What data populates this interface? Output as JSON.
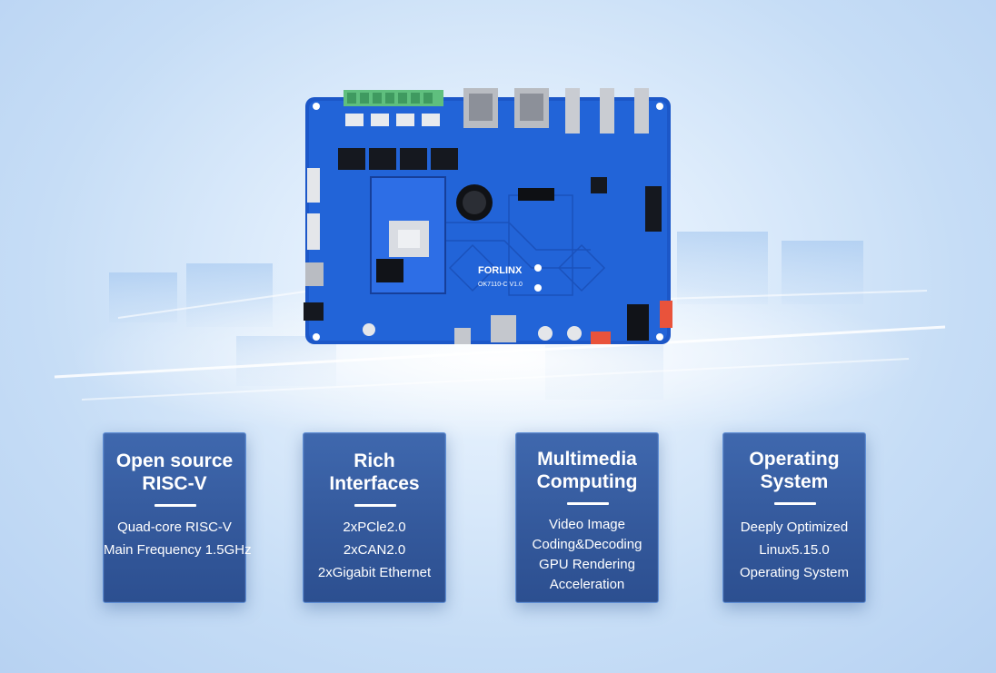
{
  "board": {
    "silkscreen_brand": "FORLINX",
    "silkscreen_model": "OK7110-C V1.0"
  },
  "features": [
    {
      "title_lines": [
        "Open source",
        "RISC-V"
      ],
      "body_lines": [
        "Quad-core RISC-V",
        "Main Frequency 1.5GHz"
      ]
    },
    {
      "title_lines": [
        "Rich",
        "Interfaces"
      ],
      "body_lines": [
        "2xPCle2.0",
        "2xCAN2.0",
        "2xGigabit Ethernet"
      ]
    },
    {
      "title_lines": [
        "Multimedia",
        "Computing"
      ],
      "body_lines": [
        "Video Image",
        "Coding&Decoding",
        "GPU Rendering",
        "Acceleration"
      ]
    },
    {
      "title_lines": [
        "Operating",
        "System"
      ],
      "body_lines": [
        "Deeply Optimized",
        "Linux5.15.0",
        "Operating System"
      ]
    }
  ],
  "colors": {
    "card_bg": "#3a62a8",
    "card_border": "#5f8fd6",
    "pcb_blue": "#1f5fd6",
    "text": "#ffffff"
  }
}
